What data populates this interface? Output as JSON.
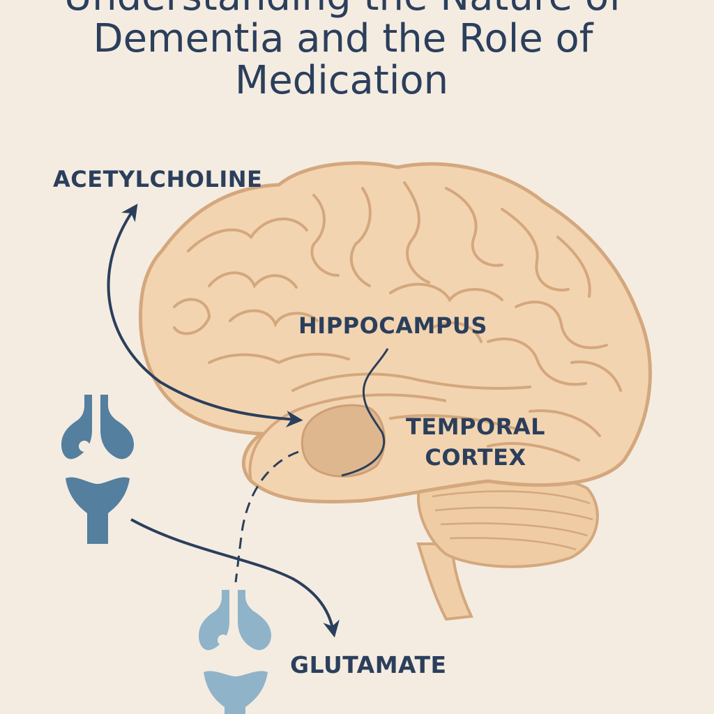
{
  "title": {
    "line1": "Understanding the Nature of",
    "line2": "Dementia and the Role of",
    "line3": "Medication"
  },
  "labels": {
    "acetylcholine": "ACETYLCHOLINE",
    "hippocampus": "HIPPOCAMPUS",
    "temporal_line1": "TEMPORAL",
    "temporal_line2": "CORTEX",
    "glutamate": "GLUTAMATE"
  },
  "colors": {
    "background": "#f4ece1",
    "brain_fill": "#f3d4b0",
    "brain_outline": "#d4a77d",
    "hippocampus_fill": "#dcb48c",
    "text_navy": "#2b3f5c",
    "synapse_dark": "#547f9e",
    "synapse_light": "#8fb3c8"
  }
}
